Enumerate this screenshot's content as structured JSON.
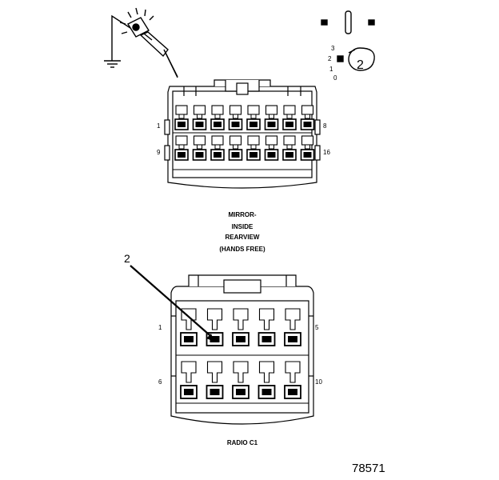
{
  "connector_top": {
    "title_lines": [
      "MIRROR-",
      "INSIDE",
      "REARVIEW",
      "(HANDS FREE)"
    ],
    "pin_labels": {
      "row1_left": "1",
      "row1_right": "8",
      "row2_left": "9",
      "row2_right": "16"
    }
  },
  "connector_bottom": {
    "title": "RADIO C1",
    "pin_labels": {
      "row1_left": "1",
      "row1_right": "5",
      "row2_left": "6",
      "row2_right": "10"
    },
    "callout": "2"
  },
  "ignition_switch": {
    "positions": [
      "3",
      "2",
      "1",
      "0"
    ],
    "position_label": "2"
  },
  "figure_number": "78571",
  "icons": [
    "test-light-probe-icon",
    "ignition-key-switch-icon"
  ]
}
